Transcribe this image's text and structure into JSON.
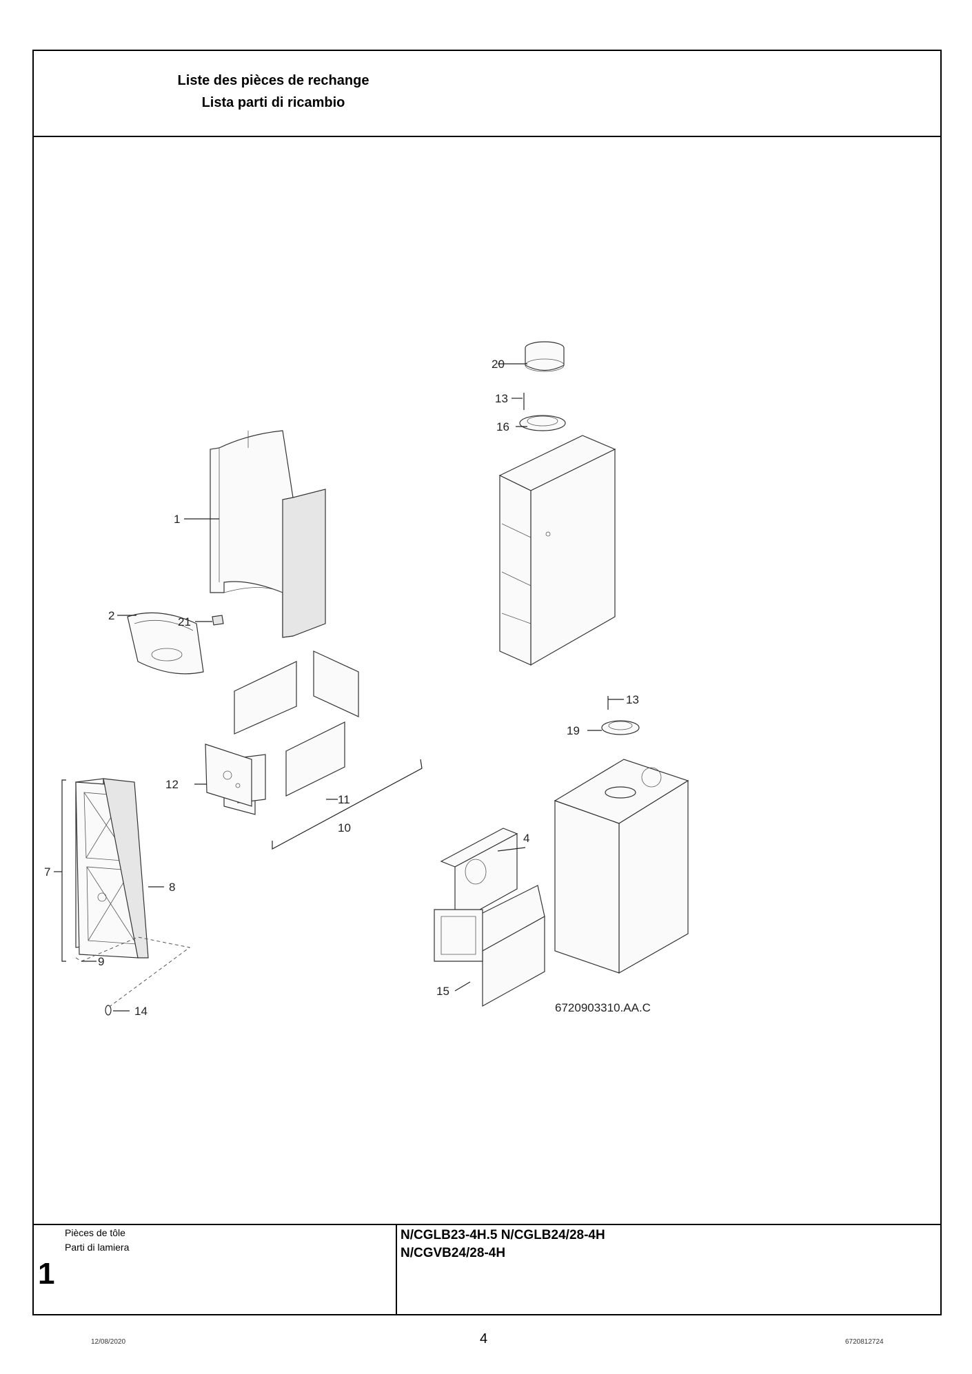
{
  "header": {
    "title_fr": "Liste des pièces de rechange",
    "title_it": "Lista parti di ricambio"
  },
  "diagram": {
    "reference": "6720903310.AA.C",
    "callouts": [
      "1",
      "2",
      "4",
      "7",
      "8",
      "9",
      "10",
      "11",
      "12",
      "13",
      "13",
      "14",
      "15",
      "16",
      "19",
      "20",
      "21"
    ]
  },
  "footer": {
    "label_fr": "Pièces de tôle",
    "label_it": "Parti di lamiera",
    "figure_number": "1",
    "models_line1": "N/CGLB23-4H.5 N/CGLB24/28-4H",
    "models_line2": "N/CGVB24/28-4H"
  },
  "bottom": {
    "date": "12/08/2020",
    "page_number": "4",
    "doc_number": "6720812724"
  }
}
